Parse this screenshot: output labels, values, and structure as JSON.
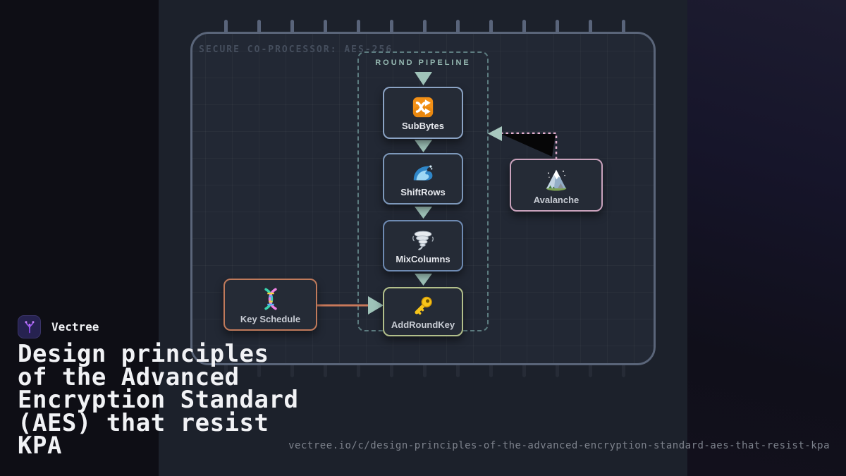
{
  "brand": {
    "name": "Vectree",
    "logo_icon": "vectree-branch-icon"
  },
  "headline": {
    "lines": [
      "Design principles",
      "of the Advanced",
      "Encryption Standard",
      "(AES) that resist",
      "KPA"
    ]
  },
  "footer": {
    "url": "vectree.io/c/design-principles-of-the-advanced-encryption-standard-aes-that-resist-kpa"
  },
  "diagram": {
    "chip_label": "SECURE CO-PROCESSOR: AES-256",
    "pipeline": {
      "label": "ROUND PIPELINE"
    },
    "nodes": [
      {
        "label": "SubBytes",
        "icon": "shuffle-icon"
      },
      {
        "label": "ShiftRows",
        "icon": "wave-icon"
      },
      {
        "label": "MixColumns",
        "icon": "tornado-icon"
      },
      {
        "label": "AddRoundKey",
        "icon": "key-icon"
      },
      {
        "label": "Key Schedule",
        "icon": "dna-icon"
      },
      {
        "label": "Avalanche",
        "icon": "mountain-icon"
      }
    ],
    "colors": {
      "node_border_subbytes": "#8ba3c4",
      "node_border_shiftrows": "#7d98ba",
      "node_border_mixcolumns": "#6e8ab2",
      "node_border_addroundkey": "#b2bf8b",
      "node_border_keyschedule": "#c07a5b",
      "node_border_avalanche": "#c9a2bc",
      "arrow_teal": "#9fc3b9",
      "key_edge_orange": "#c8795a",
      "avalanche_edge_pink": "#e2aecd",
      "pipeline_border": "#5d7c80",
      "chip_border": "#5a6579"
    }
  }
}
